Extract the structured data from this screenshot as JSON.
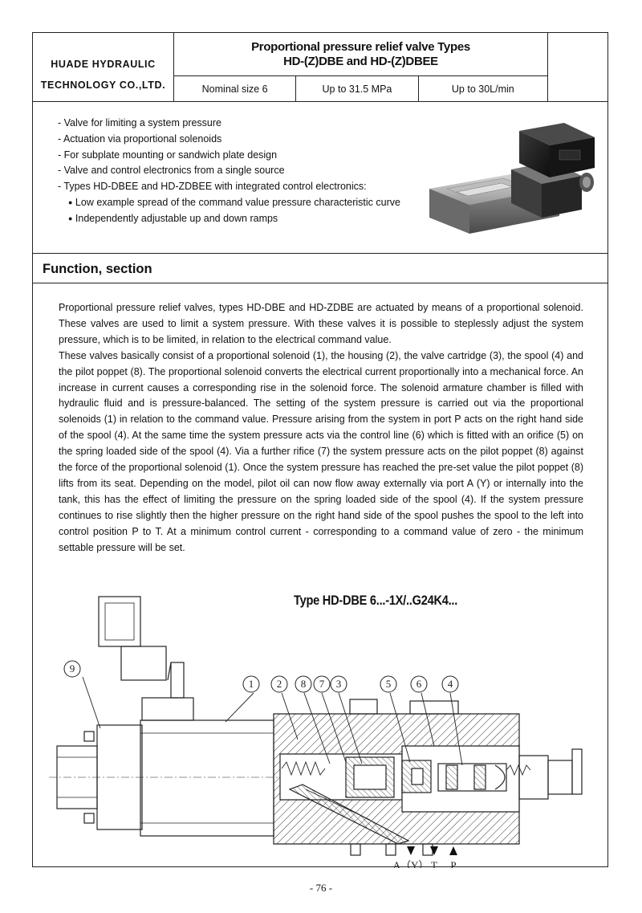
{
  "header": {
    "company_line1": "HUADE  HYDRAULIC",
    "company_line2": "TECHNOLOGY  CO.,LTD.",
    "title_line1": "Proportional pressure relief valve Types",
    "title_line2": "HD-(Z)DBE and HD-(Z)DBEE",
    "specs": [
      "Nominal size 6",
      "Up to 31.5 MPa",
      "Up to 30L/min"
    ]
  },
  "features": [
    "- Valve for limiting a system pressure",
    "- Actuation via proportional solenoids",
    "- For subplate mounting or sandwich plate design",
    "- Valve and control electronics from a single source",
    "- Types HD-DBEE and HD-ZDBEE with integrated control electronics:"
  ],
  "sub_features": [
    "Low example spread of the command value pressure characteristic curve",
    "Independently adjustable up and down ramps"
  ],
  "bullet_symbol": "●",
  "section_title": "Function, section",
  "function_paragraphs": [
    "Proportional pressure relief valves, types HD-DBE and  HD-ZDBE are actuated by means of a proportional solenoid. These valves are used to limit a system pressure. With these valves it is possible to steplessly adjust the system pressure, which is to be limited, in relation to the electrical command value.",
    "These valves basically consist of a proportional solenoid (1), the housing (2), the valve cartridge (3), the spool (4) and the pilot poppet (8). The proportional solenoid converts the electrical current proportionally into a mechanical force. An increase in current causes a corresponding rise in the solenoid force. The solenoid armature chamber is filled with hydraulic fluid and is pressure-balanced. The setting of the system pressure is carried out via the proportional solenoids (1) in relation to the command value. Pressure arising from the system in port P acts on the right hand side of the spool (4). At the same time the system pressure acts via the control line (6) which is fitted with an orifice (5) on the spring loaded side of the spool (4). Via a further rifice (7) the system pressure acts on the pilot poppet (8) against the force of the proportional solenoid (1). Once the system pressure has reached the pre-set value the pilot poppet (8) lifts from its seat. Depending on the model, pilot oil can now flow away externally via port A (Y) or internally into the tank, this has the effect of limiting the pressure on the spring loaded side of the spool (4). If the system pressure continues to rise slightly then the higher pressure on the right hand side of the spool pushes the spool to the left into control position P to T. At a minimum control current - corresponding to a command value of zero - the minimum settable pressure will be set."
  ],
  "diagram": {
    "type_label": "Type HD-DBE 6...-1X/..G24K4...",
    "callouts": [
      "9",
      "1",
      "2",
      "8",
      "7",
      "3",
      "5",
      "6",
      "4"
    ],
    "ports": [
      "A（Y）",
      "T",
      "P"
    ]
  },
  "page_number": "- 76 -",
  "colors": {
    "border": "#222222",
    "hatch": "#333333",
    "background": "#ffffff"
  }
}
